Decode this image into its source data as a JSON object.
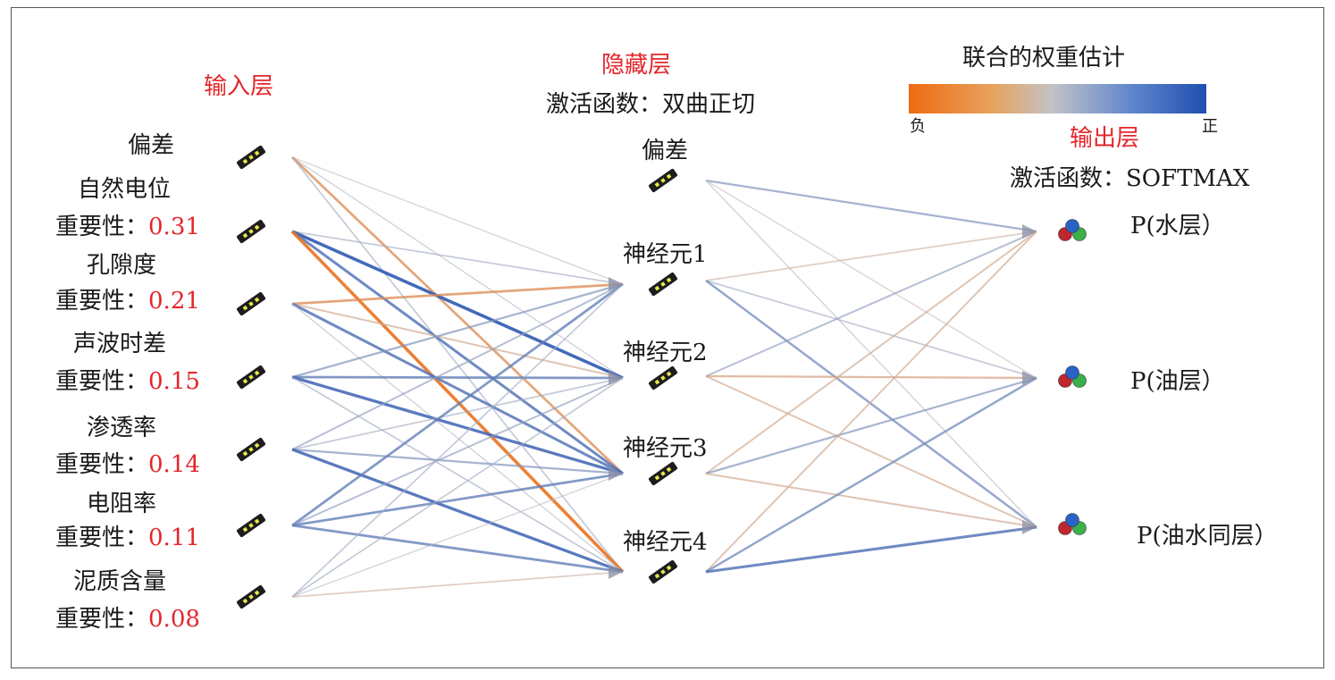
{
  "input_layer": {
    "title": "输入层",
    "bias_label": "偏差",
    "importance_prefix": "重要性：",
    "features": [
      {
        "name": "自然电位",
        "importance": "0.31"
      },
      {
        "name": "孔隙度",
        "importance": "0.21"
      },
      {
        "name": "声波时差",
        "importance": "0.15"
      },
      {
        "name": "渗透率",
        "importance": "0.14"
      },
      {
        "name": "电阻率",
        "importance": "0.11"
      },
      {
        "name": "泥质含量",
        "importance": "0.08"
      }
    ]
  },
  "hidden_layer": {
    "title": "隐藏层",
    "activation": "激活函数：双曲正切",
    "bias_label": "偏差",
    "neurons": [
      "神经元1",
      "神经元2",
      "神经元3",
      "神经元4"
    ]
  },
  "output_layer": {
    "title": "输出层",
    "activation": "激活函数：SOFTMAX",
    "outputs": [
      "P(水层）",
      "P(油层）",
      "P(油水同层）"
    ]
  },
  "legend": {
    "title": "联合的权重估计",
    "negative_label": "负",
    "positive_label": "正",
    "negative_color": "#ee6a10",
    "neutral_color": "#c3c3c5",
    "positive_color": "#1f4fb0"
  },
  "weights_input_to_hidden": [
    [
      -0.1,
      0.1,
      -0.6,
      0.2
    ],
    [
      0.2,
      0.9,
      0.7,
      -0.9
    ],
    [
      -0.6,
      -0.3,
      0.7,
      0.1
    ],
    [
      0.4,
      0.6,
      0.8,
      0.2
    ],
    [
      0.3,
      0.2,
      0.4,
      0.8
    ],
    [
      0.6,
      0.3,
      0.6,
      0.6
    ],
    [
      0.2,
      0.2,
      0.1,
      -0.2
    ]
  ],
  "weights_hidden_to_output": [
    [
      0.4,
      -0.1,
      0.1
    ],
    [
      -0.2,
      0.2,
      0.5
    ],
    [
      0.3,
      -0.4,
      -0.3
    ],
    [
      -0.3,
      0.4,
      -0.3
    ],
    [
      -0.3,
      0.5,
      0.7
    ]
  ]
}
